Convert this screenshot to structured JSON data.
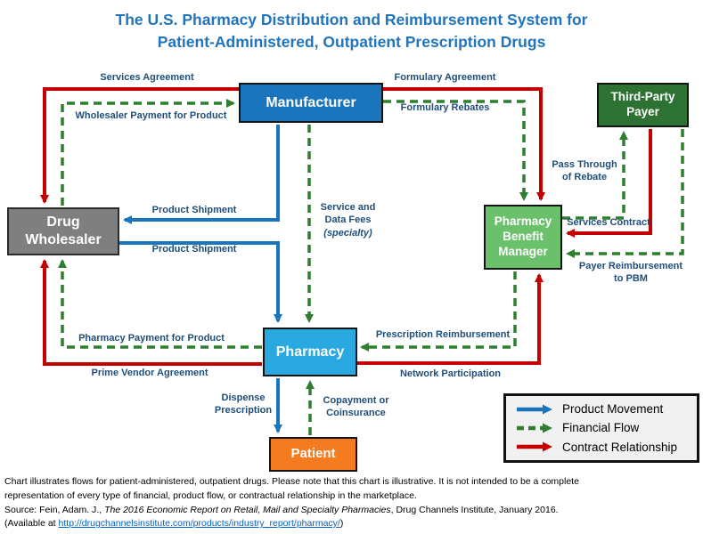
{
  "title": {
    "lines": [
      "The U.S. Pharmacy Distribution and Reimbursement System for",
      "Patient-Administered, Outpatient Prescription Drugs"
    ]
  },
  "nodes": {
    "manufacturer": {
      "label": "Manufacturer",
      "color": "#1B75BC"
    },
    "drug_wholesaler": {
      "label": "Drug Wholesaler",
      "color": "#7F7F7F"
    },
    "pharmacy_benefit_manager": {
      "label": "Pharmacy Benefit Manager",
      "color": "#6BC06B"
    },
    "third_party_payer": {
      "label": "Third-Party Payer",
      "color": "#2D7233"
    },
    "pharmacy": {
      "label": "Pharmacy",
      "color": "#29A9E0"
    },
    "patient": {
      "label": "Patient",
      "color": "#F47B20"
    }
  },
  "edges": {
    "services_agreement": {
      "label": "Services Agreement",
      "type": "contract",
      "from": "Manufacturer",
      "to": "Drug Wholesaler"
    },
    "wholesaler_payment": {
      "label": "Wholesaler Payment for Product",
      "type": "financial",
      "from": "Drug Wholesaler",
      "to": "Manufacturer"
    },
    "formulary_agreement": {
      "label": "Formulary Agreement",
      "type": "contract",
      "from": "Manufacturer",
      "to": "Pharmacy Benefit Manager"
    },
    "formulary_rebates": {
      "label": "Formulary Rebates",
      "type": "financial",
      "from": "Manufacturer",
      "to": "Pharmacy Benefit Manager"
    },
    "pass_through_of_rebate": {
      "lines": [
        "Pass Through",
        "of Rebate"
      ],
      "type": "financial",
      "from": "Pharmacy Benefit Manager",
      "to": "Third-Party Payer"
    },
    "product_shipment_to_wholesaler": {
      "label": "Product Shipment",
      "type": "product",
      "from": "Manufacturer",
      "to": "Drug Wholesaler"
    },
    "product_shipment_to_pharmacy": {
      "label": "Product Shipment",
      "type": "product",
      "from": "Drug Wholesaler",
      "to": "Pharmacy"
    },
    "service_and_data_fees": {
      "lines": [
        "Service and",
        "Data Fees"
      ],
      "note": "(specialty)",
      "type": "financial",
      "from": "Manufacturer",
      "to": "Pharmacy"
    },
    "services_contract": {
      "label": "Services Contract",
      "type": "contract",
      "from": "Third-Party Payer",
      "to": "Pharmacy Benefit Manager"
    },
    "payer_reimbursement": {
      "lines": [
        "Payer Reimbursement",
        "to PBM"
      ],
      "type": "financial",
      "from": "Third-Party Payer",
      "to": "Pharmacy Benefit Manager"
    },
    "prescription_reimbursement": {
      "label": "Prescription Reimbursement",
      "type": "financial",
      "from": "Pharmacy Benefit Manager",
      "to": "Pharmacy"
    },
    "network_participation": {
      "label": "Network Participation",
      "type": "contract",
      "from": "Pharmacy",
      "to": "Pharmacy Benefit Manager"
    },
    "pharmacy_payment": {
      "label": "Pharmacy Payment for Product",
      "type": "financial",
      "from": "Pharmacy",
      "to": "Drug Wholesaler"
    },
    "prime_vendor_agreement": {
      "label": "Prime Vendor Agreement",
      "type": "contract",
      "from": "Pharmacy",
      "to": "Drug Wholesaler"
    },
    "dispense_prescription": {
      "lines": [
        "Dispense",
        "Prescription"
      ],
      "type": "product",
      "from": "Pharmacy",
      "to": "Patient"
    },
    "copayment_or_coinsurance": {
      "lines": [
        "Copayment or",
        "Coinsurance"
      ],
      "type": "financial",
      "from": "Patient",
      "to": "Pharmacy"
    }
  },
  "legend": {
    "items": [
      {
        "label": "Product Movement",
        "type": "product"
      },
      {
        "label": "Financial Flow",
        "type": "financial"
      },
      {
        "label": "Contract Relationship",
        "type": "contract"
      }
    ]
  },
  "footer": {
    "note_lines": [
      "Chart illustrates flows for patient-administered, outpatient drugs. Please note that this chart is illustrative. It is not intended to be a complete",
      "representation of every type of financial, product flow, or contractual relationship in the marketplace."
    ],
    "source_prefix": "Source: Fein, Adam. J., ",
    "source_title": "The 2016 Economic Report on Retail, Mail and Specialty Pharmacies",
    "source_suffix": ", Drug Channels Institute, January 2016.",
    "available_prefix": "(Available at ",
    "link": "http://drugchannelsinstitute.com/products/industry_report/pharmacy/",
    "available_suffix": ")"
  },
  "colors": {
    "product_movement": "#1B75BC",
    "financial_flow": "#2F7E2F",
    "contract_relationship": "#C50000",
    "edge_label_text": "#1F4E79",
    "title_text": "#2075BE",
    "link_text": "#0563C1"
  }
}
